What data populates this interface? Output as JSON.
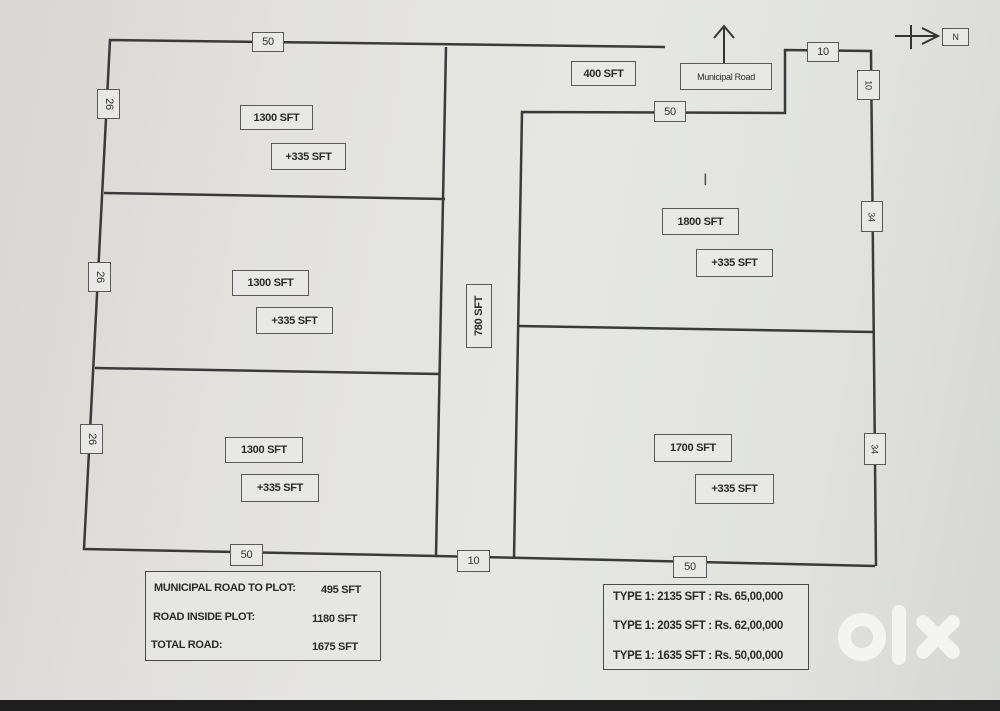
{
  "plots_left": [
    {
      "area": "1300 SFT",
      "extra": "+335 SFT",
      "depth": "26"
    },
    {
      "area": "1300 SFT",
      "extra": "+335 SFT",
      "depth": "26"
    },
    {
      "area": "1300 SFT",
      "extra": "+335 SFT",
      "depth": "26"
    }
  ],
  "plots_right": [
    {
      "area": "1800 SFT",
      "extra": "+335 SFT",
      "depth": "34"
    },
    {
      "area": "1700 SFT",
      "extra": "+335 SFT",
      "depth": "34"
    }
  ],
  "dimensions": {
    "left_top_width": "50",
    "left_bottom_width": "50",
    "road_bottom_width": "10",
    "right_bottom_width": "50",
    "right_top_width": "50",
    "access_top_width": "10",
    "access_side_length": "10"
  },
  "road": {
    "inner_road_area": "780 SFT",
    "frontage_area": "400 SFT",
    "municipal_road_label": "Municipal Road"
  },
  "compass": {
    "north_label": "N"
  },
  "road_summary": {
    "rows": [
      {
        "label": "MUNICIPAL ROAD TO PLOT:",
        "value": "495 SFT"
      },
      {
        "label": "ROAD INSIDE PLOT:",
        "value": "1180 SFT"
      },
      {
        "label": "TOTAL ROAD:",
        "value": "1675 SFT"
      }
    ]
  },
  "pricing": {
    "rows": [
      {
        "text": "TYPE 1: 2135 SFT : Rs. 65,00,000"
      },
      {
        "text": "TYPE 1: 2035 SFT : Rs. 62,00,000"
      },
      {
        "text": "TYPE 1: 1635 SFT : Rs. 50,00,000"
      }
    ]
  },
  "watermark": {
    "brand": "olx"
  },
  "colors": {
    "line": "#3a3a3a",
    "paper": "#e3e4e1",
    "watermark": "#f4f4f2"
  }
}
